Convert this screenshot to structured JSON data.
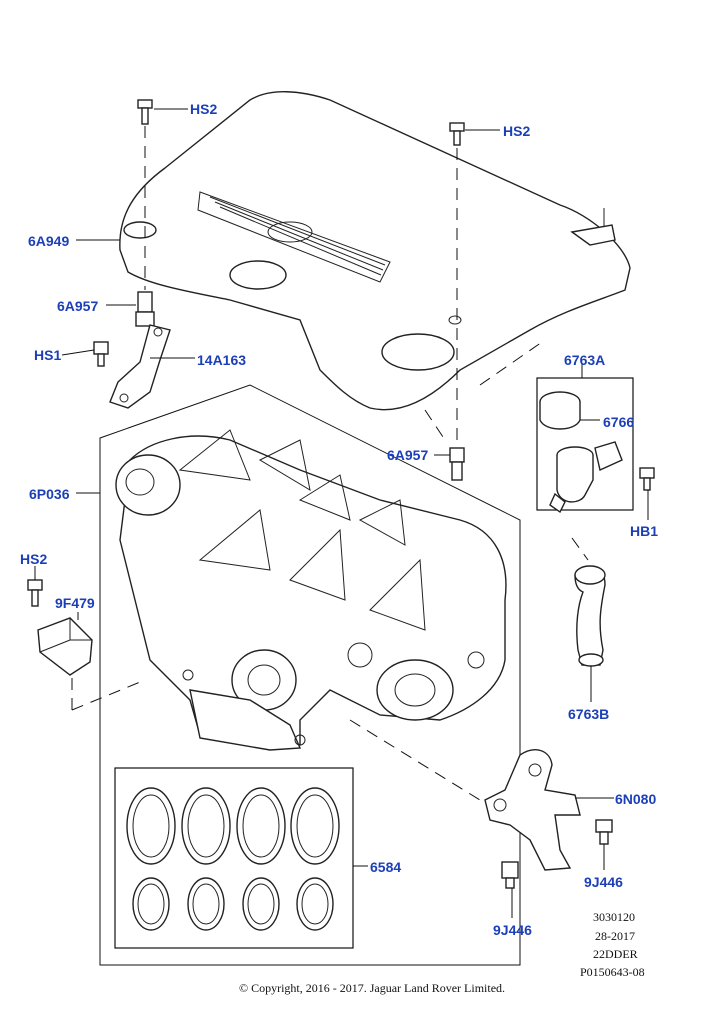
{
  "callouts": {
    "hs2_cover_left": "HS2",
    "hs2_cover_right": "HS2",
    "cover": "6A949",
    "stud_left": "6A957",
    "hs1": "HS1",
    "bracket": "14A163",
    "oil_filler_assembly": "6763A",
    "cap": "6766",
    "stud_right": "6A957",
    "manifold": "6P036",
    "hb1": "HB1",
    "hs2_sensor": "HS2",
    "sensor": "9F479",
    "breather_hose": "6763B",
    "mount_bracket": "6N080",
    "gaskets": "6584",
    "bolt_right": "9J446",
    "bolt_bottom": "9J446"
  },
  "meta": {
    "line1": "3030120",
    "line2": "28-2017",
    "line3": "22DDER",
    "line4": "P0150643-08"
  },
  "copyright": "© Copyright, 2016 - 2017. Jaguar Land Rover Limited.",
  "colors": {
    "callout": "#1c3fb8",
    "linework": "#222222"
  }
}
